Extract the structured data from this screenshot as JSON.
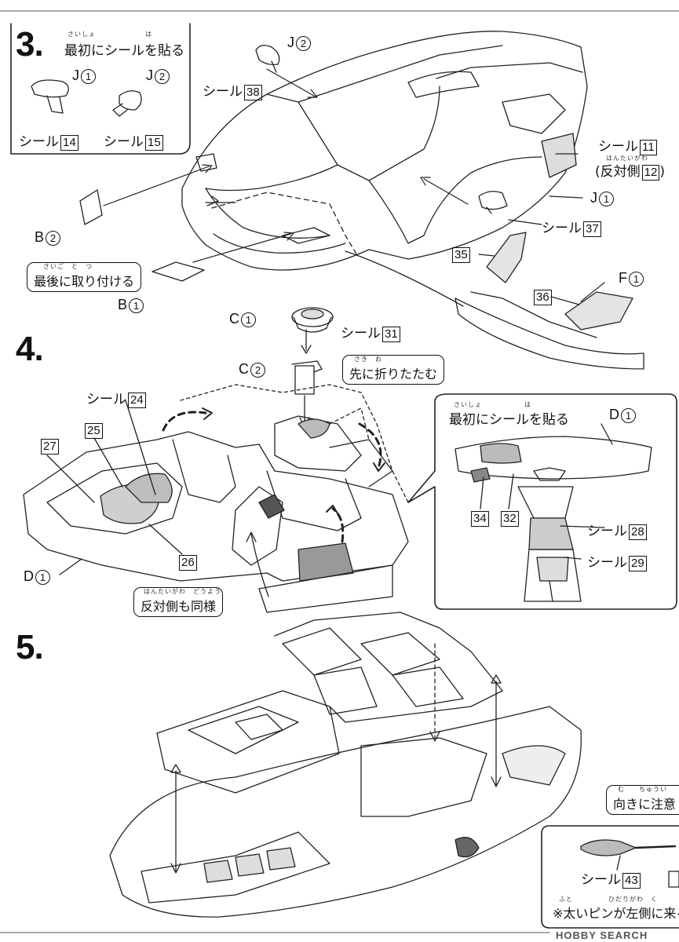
{
  "step3": {
    "number": "3.",
    "instruction_ruby": "さいしょ　　　　　　　は",
    "instruction": "最初にシールを貼る",
    "mirror_left_part": "J",
    "mirror_left_num": "1",
    "mirror_left_seal": "シール",
    "mirror_left_seal_num": "14",
    "mirror_right_part": "J",
    "mirror_right_num": "2",
    "mirror_right_seal": "シール",
    "mirror_right_seal_num": "15",
    "top_mirror_part": "J",
    "top_mirror_num": "2",
    "top_seal": "シール",
    "top_seal_num": "38",
    "side_seal": "シール",
    "side_seal_num": "11",
    "opposite_ruby": "はんたいがわ",
    "opposite_text": "(反対側",
    "opposite_num": "12",
    "opposite_close": ")",
    "right_mirror_part": "J",
    "right_mirror_num": "1",
    "right_seal": "シール",
    "right_seal_num": "37",
    "seal_35": "35",
    "part_f": "F",
    "part_f_num": "1",
    "seal_36": "36",
    "part_b2": "B",
    "part_b2_num": "2",
    "last_ruby": "さいご　と　つ",
    "last_note": "最後に取り付ける",
    "part_b1": "B",
    "part_b1_num": "1"
  },
  "step4": {
    "number": "4.",
    "part_c1": "C",
    "part_c1_num": "1",
    "seal_31_label": "シール",
    "seal_31_num": "31",
    "part_c2": "C",
    "part_c2_num": "2",
    "fold_ruby": "さき　お",
    "fold_note": "先に折りたたむ",
    "seal_24_label": "シール",
    "seal_24_num": "24",
    "seal_25": "25",
    "seal_27": "27",
    "seal_26": "26",
    "part_d1": "D",
    "part_d1_num": "1",
    "same_ruby": "はんたいがわ　どうよう",
    "same_note": "反対側も同様",
    "inset_ruby": "さいしょ　　　　　　は",
    "inset_instruction": "最初にシールを貼る",
    "inset_part": "D",
    "inset_part_num": "1",
    "seal_34": "34",
    "seal_32": "32",
    "seal_28_label": "シール",
    "seal_28_num": "28",
    "seal_29_label": "シール",
    "seal_29_num": "29"
  },
  "step5": {
    "number": "5.",
    "direction_ruby": "む　　ちゅうい",
    "direction_note": "向きに注意",
    "seal_43_label": "シール",
    "seal_43_num": "43",
    "pin_ruby": "ふと　　　　　ひだりがわ　く",
    "pin_note": "※太いピンが左側に来る。"
  },
  "watermark": "HOBBY SEARCH"
}
